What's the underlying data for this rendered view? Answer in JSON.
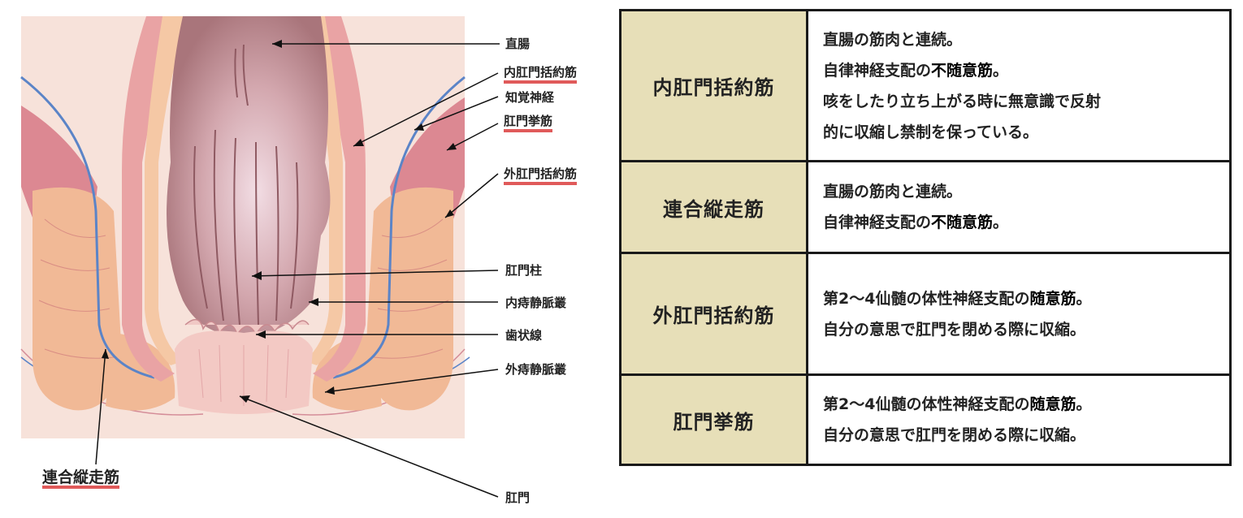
{
  "colors": {
    "header_bg": "#e7dfb8",
    "underline": "#e05a5a",
    "nerve": "#5b84c7",
    "muscle_red": "#dc8892",
    "muscle_peach": "#f1b996",
    "rectum": "#b57f86",
    "skin": "#f6ddd4"
  },
  "labels": {
    "rectum": "直腸",
    "internal_sphincter": "内肛門括約筋",
    "sensory_nerve": "知覚神経",
    "levator_ani": "肛門挙筋",
    "external_sphincter": "外肛門括約筋",
    "anal_column": "肛門柱",
    "internal_plexus": "内痔静脈叢",
    "dentate_line": "歯状線",
    "external_plexus": "外痔静脈叢",
    "conjoined_longitudinal": "連合縦走筋",
    "anus": "肛門"
  },
  "table": {
    "rows": [
      {
        "name": "内肛門括約筋",
        "lines": [
          [
            {
              "t": "直腸の筋肉と連続。"
            }
          ],
          [
            {
              "t": "自律神経支配の"
            },
            {
              "t": "不随意筋",
              "b": true
            },
            {
              "t": "。"
            }
          ],
          [
            {
              "t": "咳をしたり立ち上がる時に無意識で反射"
            }
          ],
          [
            {
              "t": "的に収縮し禁制を保っている。"
            }
          ]
        ]
      },
      {
        "name": "連合縦走筋",
        "lines": [
          [
            {
              "t": "直腸の筋肉と連続。"
            }
          ],
          [
            {
              "t": "自律神経支配の"
            },
            {
              "t": "不随意筋",
              "b": true
            },
            {
              "t": "。"
            }
          ]
        ]
      },
      {
        "name": "外肛門括約筋",
        "lines": [
          [
            {
              "t": "第2〜4仙髄の体性神経支配の"
            },
            {
              "t": "随意筋",
              "b": true
            },
            {
              "t": "。"
            }
          ],
          [
            {
              "t": "自分の意思で肛門を閉める際に収縮。"
            }
          ]
        ]
      },
      {
        "name": "肛門挙筋",
        "lines": [
          [
            {
              "t": "第2〜4仙髄の体性神経支配の"
            },
            {
              "t": "随意筋",
              "b": true
            },
            {
              "t": "。"
            }
          ],
          [
            {
              "t": "自分の意思で肛門を閉める際に収縮。"
            }
          ]
        ]
      }
    ]
  }
}
